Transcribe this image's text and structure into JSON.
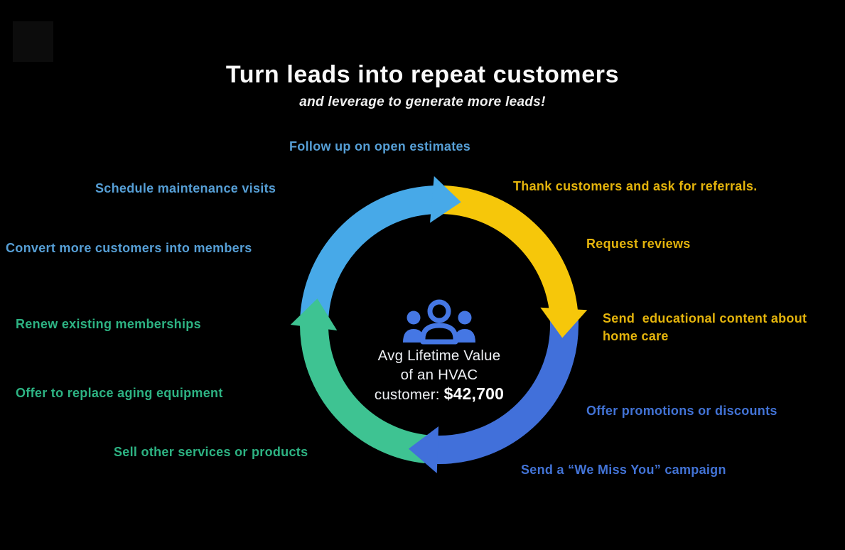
{
  "title": "Turn leads into repeat customers",
  "subtitle": "and leverage to generate more leads!",
  "cycle_labels": {
    "follow_up": "Follow up on open estimates",
    "schedule": "Schedule maintenance visits",
    "convert": "Convert more customers into members",
    "renew": "Renew existing memberships",
    "offer_replace": "Offer to replace aging equipment",
    "sell_other": "Sell other services or products",
    "thank": "Thank customers and ask for referrals.",
    "request_reviews": "Request reviews",
    "send_edu": "Send  educational content about\nhome care",
    "offer_promos": "Offer promotions or discounts",
    "send_campaign": "Send a “We Miss You” campaign"
  },
  "center": {
    "icon": "people-group-icon",
    "line1": "Avg Lifetime Value",
    "line2": "of an HVAC",
    "value_prefix": "customer: ",
    "value": "$42,700"
  },
  "colors": {
    "background": "#000000",
    "arc_sky_blue": "#47a9e8",
    "arc_yellow": "#f6c70a",
    "arc_royal_blue": "#4170da",
    "arc_green": "#3ec392",
    "label_sky": "#569fd6",
    "label_yellow": "#e4b40c",
    "label_green": "#2db383",
    "label_royal": "#4273d6",
    "icon_blue": "#4577e4",
    "text_white": "#eef0f4"
  }
}
